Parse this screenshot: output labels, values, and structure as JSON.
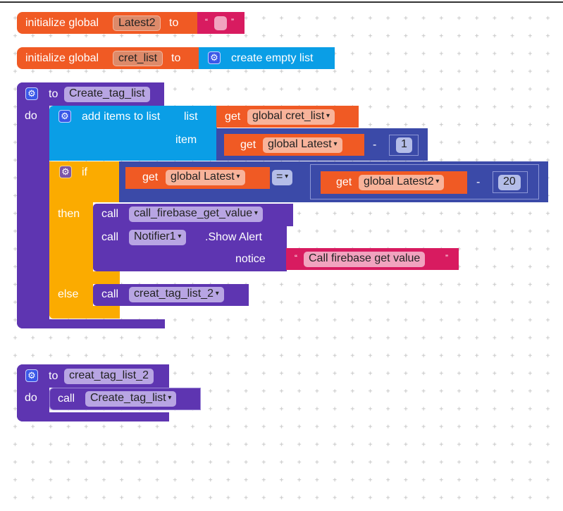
{
  "globals": [
    {
      "label": "initialize global",
      "name": "Latest2",
      "to": "to",
      "open_quote": "“",
      "close_quote": "”",
      "value": ""
    },
    {
      "label": "initialize global",
      "name": "cret_list",
      "to": "to",
      "value_label": "create empty list"
    }
  ],
  "proc1": {
    "to": "to",
    "name": "Create_tag_list",
    "do": "do",
    "add_items": {
      "label": "add items to list",
      "list": "list",
      "item": "item",
      "list_get": "get",
      "list_var": "global cret_list",
      "item_get": "get",
      "item_var": "global Latest",
      "op": "-",
      "num": "1"
    },
    "if_block": {
      "if": "if",
      "then": "then",
      "else": "else",
      "left_get": "get",
      "left_var": "global Latest",
      "cmp": "=",
      "right_get": "get",
      "right_var": "global Latest2",
      "op": "-",
      "num": "20",
      "then_call1": {
        "call": "call",
        "proc": "call_firebase_get_value"
      },
      "then_call2": {
        "call": "call",
        "component": "Notifier1",
        "method": ".Show Alert",
        "notice": "notice",
        "open_quote": "“",
        "close_quote": "”",
        "text": "Call firebase get value"
      },
      "else_call": {
        "call": "call",
        "proc": "creat_tag_list_2"
      }
    }
  },
  "proc2": {
    "to": "to",
    "name": "creat_tag_list_2",
    "do": "do",
    "call": "call",
    "proc": "Create_tag_list"
  }
}
